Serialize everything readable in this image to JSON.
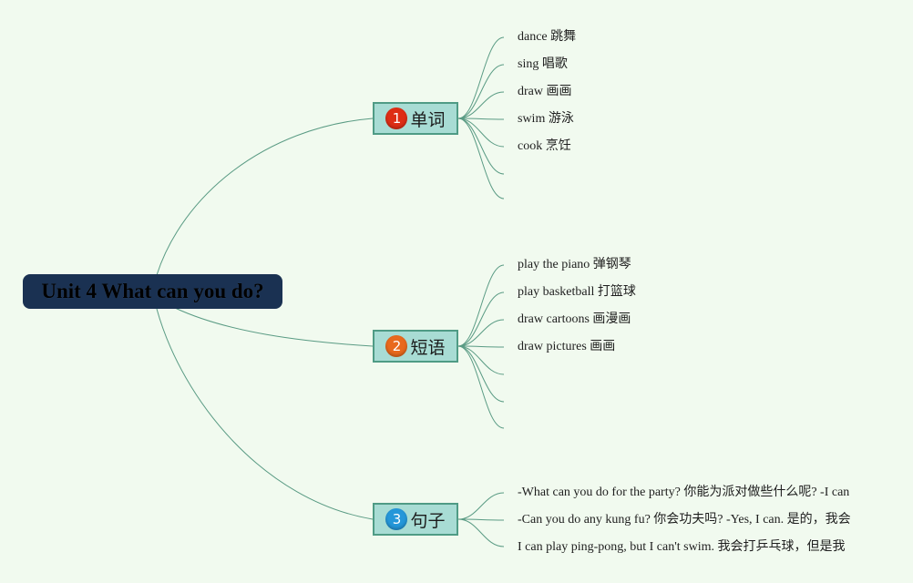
{
  "colors": {
    "background": "#f1faef",
    "root_fill": "#1a3152",
    "branch_fill": "#a8dcd4",
    "branch_border": "#4f9b85",
    "connector": "#5a9b84"
  },
  "root": {
    "label": "Unit 4 What can you do?"
  },
  "branches": [
    {
      "number": "1",
      "badge_color": "#de2d15",
      "label": "单词",
      "items": [
        "dance 跳舞",
        "sing 唱歌",
        "draw 画画",
        "swim 游泳",
        "cook 烹饪",
        "",
        ""
      ]
    },
    {
      "number": "2",
      "badge_color": "#e8691d",
      "label": "短语",
      "items": [
        "play the piano 弹钢琴",
        "play basketball 打篮球",
        "draw cartoons 画漫画",
        "draw pictures 画画",
        "",
        "",
        ""
      ]
    },
    {
      "number": "3",
      "badge_color": "#2597d9",
      "label": "句子",
      "items": [
        "-What can you do for the party? 你能为派对做些什么呢?   -I can",
        "-Can you do any kung fu? 你会功夫吗?   -Yes, I can. 是的，我会",
        "I can play ping-pong, but I can't swim. 我会打乒乓球，但是我"
      ]
    }
  ]
}
